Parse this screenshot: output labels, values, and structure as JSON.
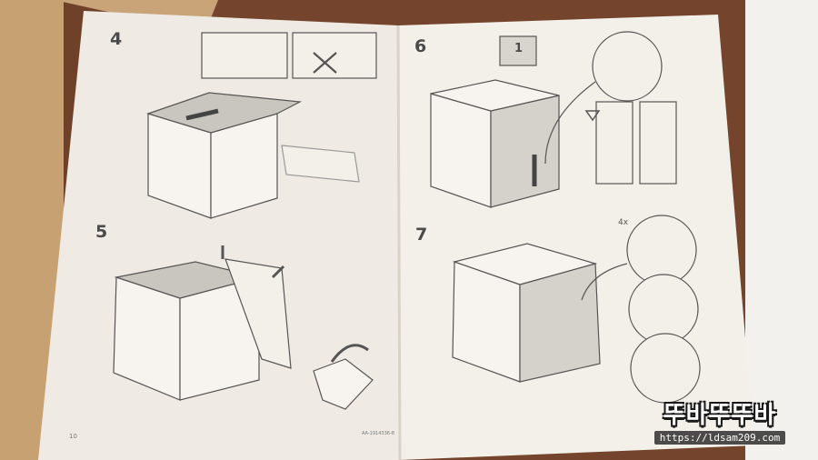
{
  "manual": {
    "steps": [
      {
        "number": "4"
      },
      {
        "number": "5"
      },
      {
        "number": "6"
      },
      {
        "number": "7"
      }
    ],
    "page_number": "10",
    "footer_code": "AA-1914336-8",
    "part_tag": "1",
    "step7_count": "4x"
  },
  "watermark": {
    "logo_text": "뚜바뚜뚜바",
    "url": "https://ldsam209.com"
  }
}
